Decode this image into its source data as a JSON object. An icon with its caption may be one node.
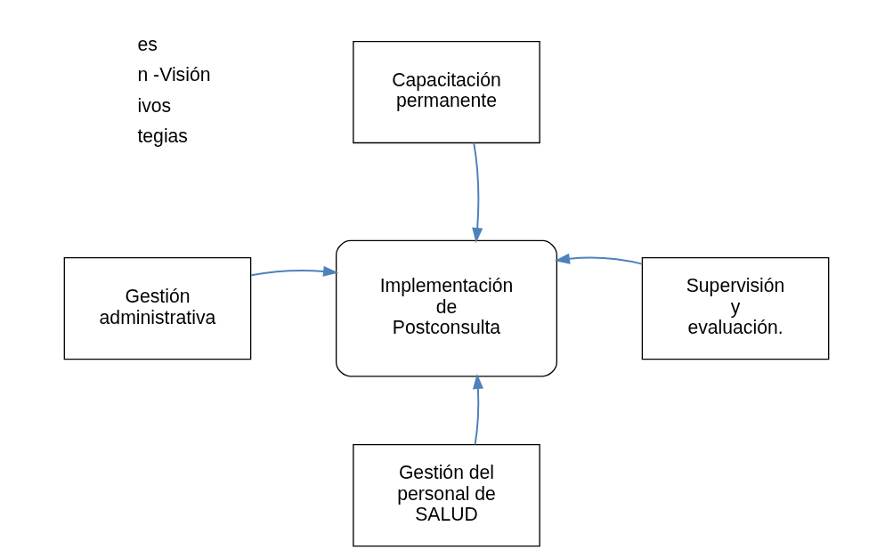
{
  "diagram": {
    "nodes": [
      {
        "text": [
          "Capacitación permanente"
        ]
      },
      {
        "text": [
          "Implementación de Postconsulta"
        ]
      },
      {
        "text": [
          "Gestión administrativa"
        ]
      },
      {
        "text": [
          "Supervisión y evaluación."
        ]
      },
      {
        "text": [
          "Gestión del personal de SALUD"
        ]
      }
    ],
    "edges": [
      {
        "from": 0,
        "to": 1,
        "arrow": "to"
      },
      {
        "from": 2,
        "to": 1,
        "arrow": "to"
      },
      {
        "from": 3,
        "to": 1,
        "arrow": "to"
      },
      {
        "from": 4,
        "to": 1,
        "arrow": "to"
      }
    ],
    "labels": [
      "es",
      "n -Visión",
      "ivos",
      "tegias"
    ]
  }
}
